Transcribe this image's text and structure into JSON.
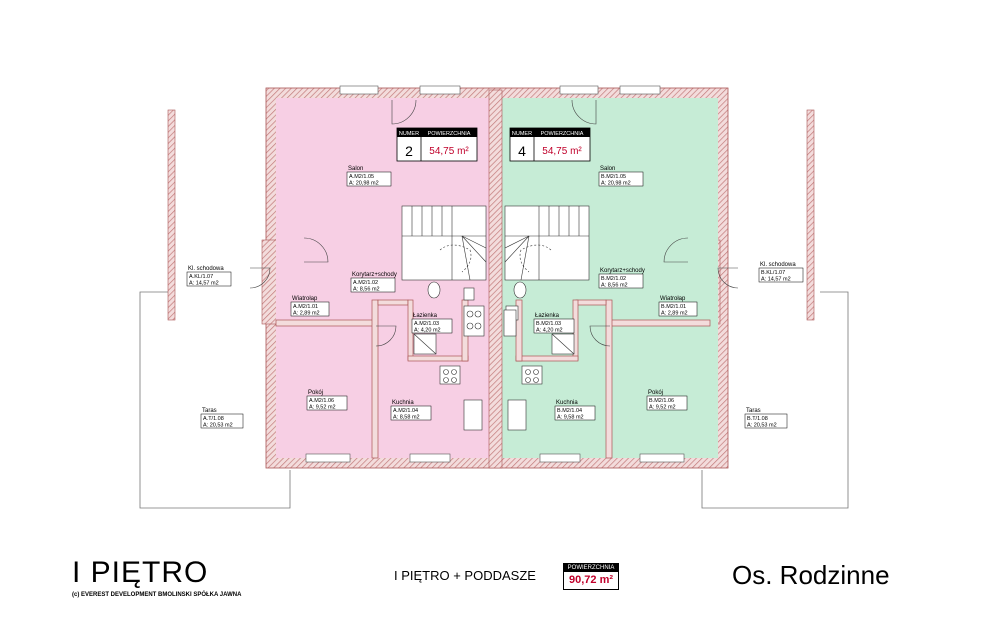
{
  "units": [
    {
      "number": "2",
      "area": "54,75 m²"
    },
    {
      "number": "4",
      "area": "54,75 m²"
    }
  ],
  "unit_header": {
    "number": "NUMER",
    "area": "POWIERZCHNIA"
  },
  "rooms": {
    "salon_a": {
      "name": "Salon",
      "code": "A.M2/1.05",
      "area": "A: 20,98 m2"
    },
    "salon_b": {
      "name": "Salon",
      "code": "B.M2/1.05",
      "area": "A: 20,98 m2"
    },
    "kor_a": {
      "name": "Korytarz+schody",
      "code": "A.M2/1.02",
      "area": "A: 8,56 m2"
    },
    "kor_b": {
      "name": "Korytarz+schody",
      "code": "B.M2/1.02",
      "area": "A: 8,56 m2"
    },
    "wia_a": {
      "name": "Wiatrołap",
      "code": "A.M2/1.01",
      "area": "A: 2,89 m2"
    },
    "wia_b": {
      "name": "Wiatrołap",
      "code": "B.M2/1.01",
      "area": "A: 2,89 m2"
    },
    "laz_a": {
      "name": "Łazienka",
      "code": "A.M2/1.03",
      "area": "A: 4,20 m2"
    },
    "laz_b": {
      "name": "Łazienka",
      "code": "B.M2/1.03",
      "area": "A: 4,20 m2"
    },
    "pok_a": {
      "name": "Pokój",
      "code": "A.M2/1.06",
      "area": "A: 9,52 m2"
    },
    "pok_b": {
      "name": "Pokój",
      "code": "B.M2/1.06",
      "area": "A: 9,52 m2"
    },
    "kuc_a": {
      "name": "Kuchnia",
      "code": "A.M2/1.04",
      "area": "A: 8,58 m2"
    },
    "kuc_b": {
      "name": "Kuchnia",
      "code": "B.M2/1.04",
      "area": "A: 9,58 m2"
    },
    "kl_a": {
      "name": "Kl. schodowa",
      "code": "A.KL/1.07",
      "area": "A: 14,57 m2"
    },
    "kl_b": {
      "name": "Kl. schodowa",
      "code": "B.KL/1.07",
      "area": "A: 14,57 m2"
    },
    "tar_a": {
      "name": "Taras",
      "code": "A.T/1.08",
      "area": "A: 20,53 m2"
    },
    "tar_b": {
      "name": "Taras",
      "code": "B.T/1.08",
      "area": "A: 20,53 m2"
    }
  },
  "footer": {
    "title_left": "I PIĘTRO",
    "copyright": "(c) EVEREST DEVELOPMENT BMOLINSKI SPÓŁKA JAWNA",
    "floor_label": "I PIĘTRO + PODDASZE",
    "total_header": "POWIERZCHNIA",
    "total_value": "90,72 m²",
    "title_right": "Os. Rodzinne"
  },
  "colors": {
    "unit_a_fill": "#f7cfe4",
    "unit_b_fill": "#c6ecd6",
    "wall": "#c98a8a",
    "accent_red": "#c0002a"
  }
}
